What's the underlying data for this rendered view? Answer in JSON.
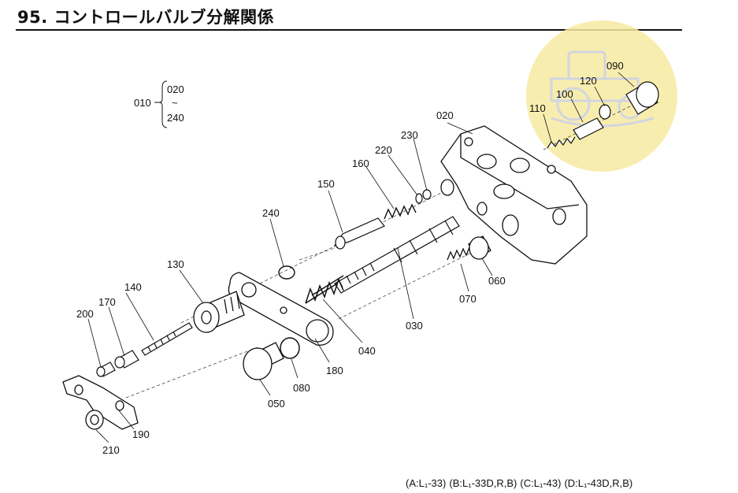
{
  "title": "95. コントロールバルブ分解関係",
  "range_note": {
    "parent": "010",
    "from": "020",
    "tilde": "~",
    "to": "240"
  },
  "parts": [
    {
      "code": "020"
    },
    {
      "code": "030"
    },
    {
      "code": "040"
    },
    {
      "code": "050"
    },
    {
      "code": "060"
    },
    {
      "code": "070"
    },
    {
      "code": "080"
    },
    {
      "code": "090"
    },
    {
      "code": "100"
    },
    {
      "code": "110"
    },
    {
      "code": "120"
    },
    {
      "code": "130"
    },
    {
      "code": "140"
    },
    {
      "code": "150"
    },
    {
      "code": "160"
    },
    {
      "code": "170"
    },
    {
      "code": "180"
    },
    {
      "code": "190"
    },
    {
      "code": "200"
    },
    {
      "code": "210"
    },
    {
      "code": "220"
    },
    {
      "code": "230"
    },
    {
      "code": "240"
    }
  ],
  "model_notes": [
    "(A:L₁-33)",
    "(B:L₁-33D,R,B)",
    "(C:L₁-43)",
    "(D:L₁-43D,R,B)"
  ],
  "colors": {
    "ink": "#111111",
    "watermark": "#f6eaa0"
  }
}
